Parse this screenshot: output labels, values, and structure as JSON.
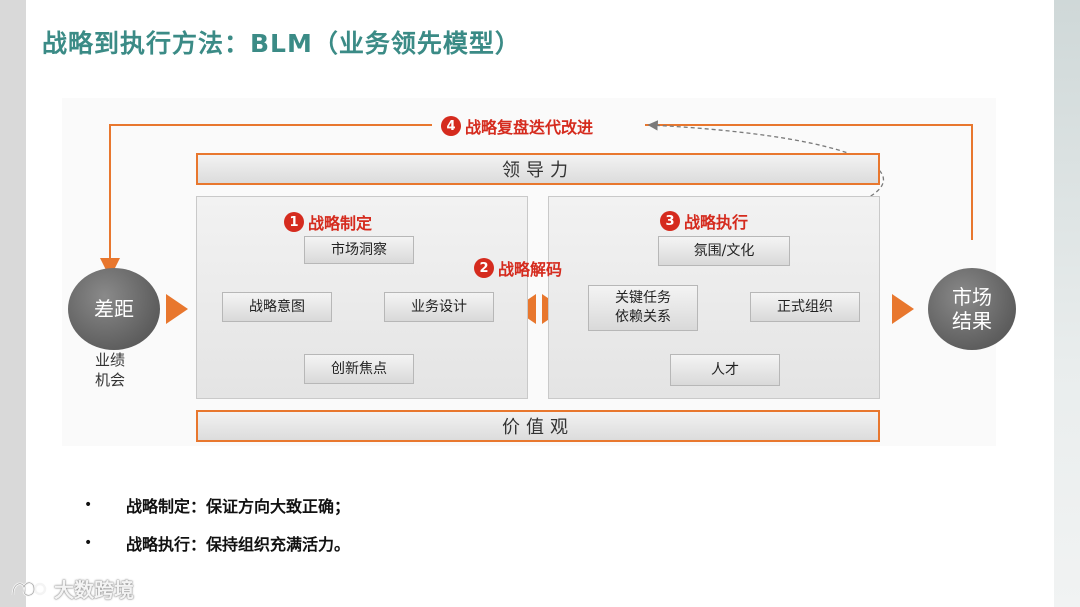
{
  "slide": {
    "title": "战略到执行方法：BLM（业务领先模型）"
  },
  "diagram": {
    "leadership_label": "领导力",
    "values_label": "价值观",
    "gap_circle": "差距",
    "gap_sub_lines": [
      "业绩",
      "机会"
    ],
    "result_circle_lines": [
      "市场",
      "结果"
    ],
    "steps": [
      {
        "num": "1",
        "label": "战略制定"
      },
      {
        "num": "2",
        "label": "战略解码"
      },
      {
        "num": "3",
        "label": "战略执行"
      },
      {
        "num": "4",
        "label": "战略复盘迭代改进"
      }
    ],
    "strategy_boxes": {
      "top": "市场洞察",
      "left": "战略意图",
      "right": "业务设计",
      "bottom": "创新焦点"
    },
    "execution_boxes": {
      "top": "氛围/文化",
      "left_lines": [
        "关键任务",
        "依赖关系"
      ],
      "right": "正式组织",
      "bottom": "人才"
    },
    "colors": {
      "accent_orange": "#e8772e",
      "step_red": "#d52b1e",
      "title_teal": "#3b8b86"
    }
  },
  "bullets": [
    {
      "symbol": "•",
      "text": "战略制定：保证方向大致正确；"
    },
    {
      "symbol": "•",
      "text": "战略执行：保持组织充满活力。"
    }
  ],
  "watermark": {
    "text": "大数跨境",
    "icon": "brand-logo-icon"
  }
}
